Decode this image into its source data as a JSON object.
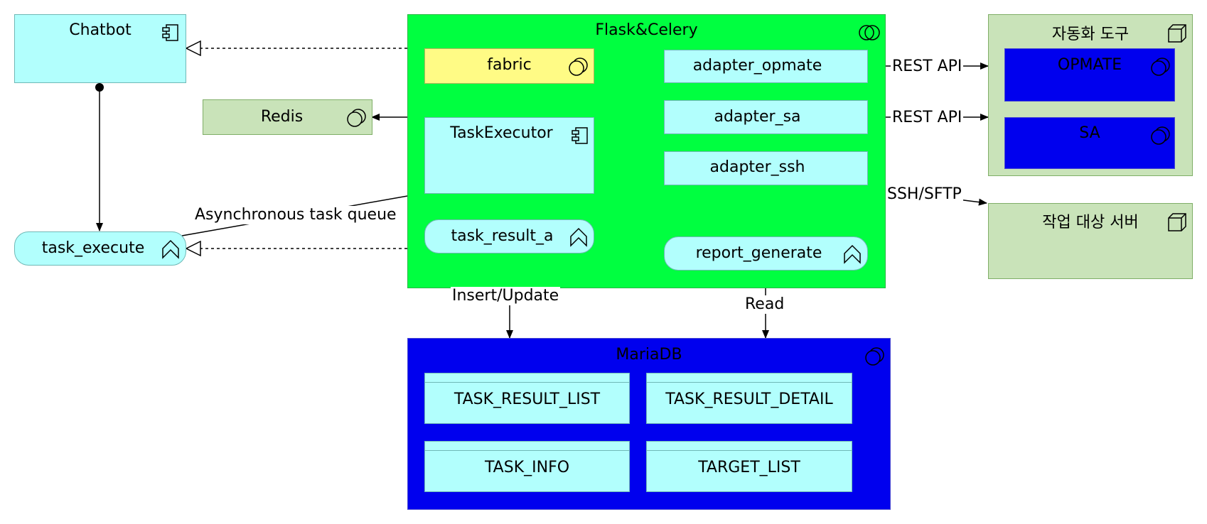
{
  "nodes": {
    "chatbot": "Chatbot",
    "task_execute": "task_execute",
    "redis": "Redis",
    "container": "Flask&Celery",
    "fabric": "fabric",
    "task_executor": "TaskExecutor",
    "task_result_a": "task_result_a",
    "report_generate": "report_generate",
    "adapter_opmate": "adapter_opmate",
    "adapter_sa": "adapter_sa",
    "adapter_ssh": "adapter_ssh",
    "automation_tools": "자동화 도구",
    "opmate": "OPMATE",
    "sa": "SA",
    "target_server": "작업 대상 서버",
    "mariadb": "MariaDB",
    "tables": [
      "TASK_RESULT_LIST",
      "TASK_RESULT_DETAIL",
      "TASK_INFO",
      "TARGET_LIST"
    ]
  },
  "edges": {
    "async_queue": "Asynchronous task queue",
    "rest_api_1": "REST API",
    "rest_api_2": "REST API",
    "ssh_sftp": "SSH/SFTP",
    "insert_update": "Insert/Update",
    "read": "Read"
  },
  "colors": {
    "application": "#b2fffd",
    "technology": "#c9e3b9",
    "container": "#00ff40",
    "database": "#0000ee",
    "interface": "#fffb85"
  }
}
